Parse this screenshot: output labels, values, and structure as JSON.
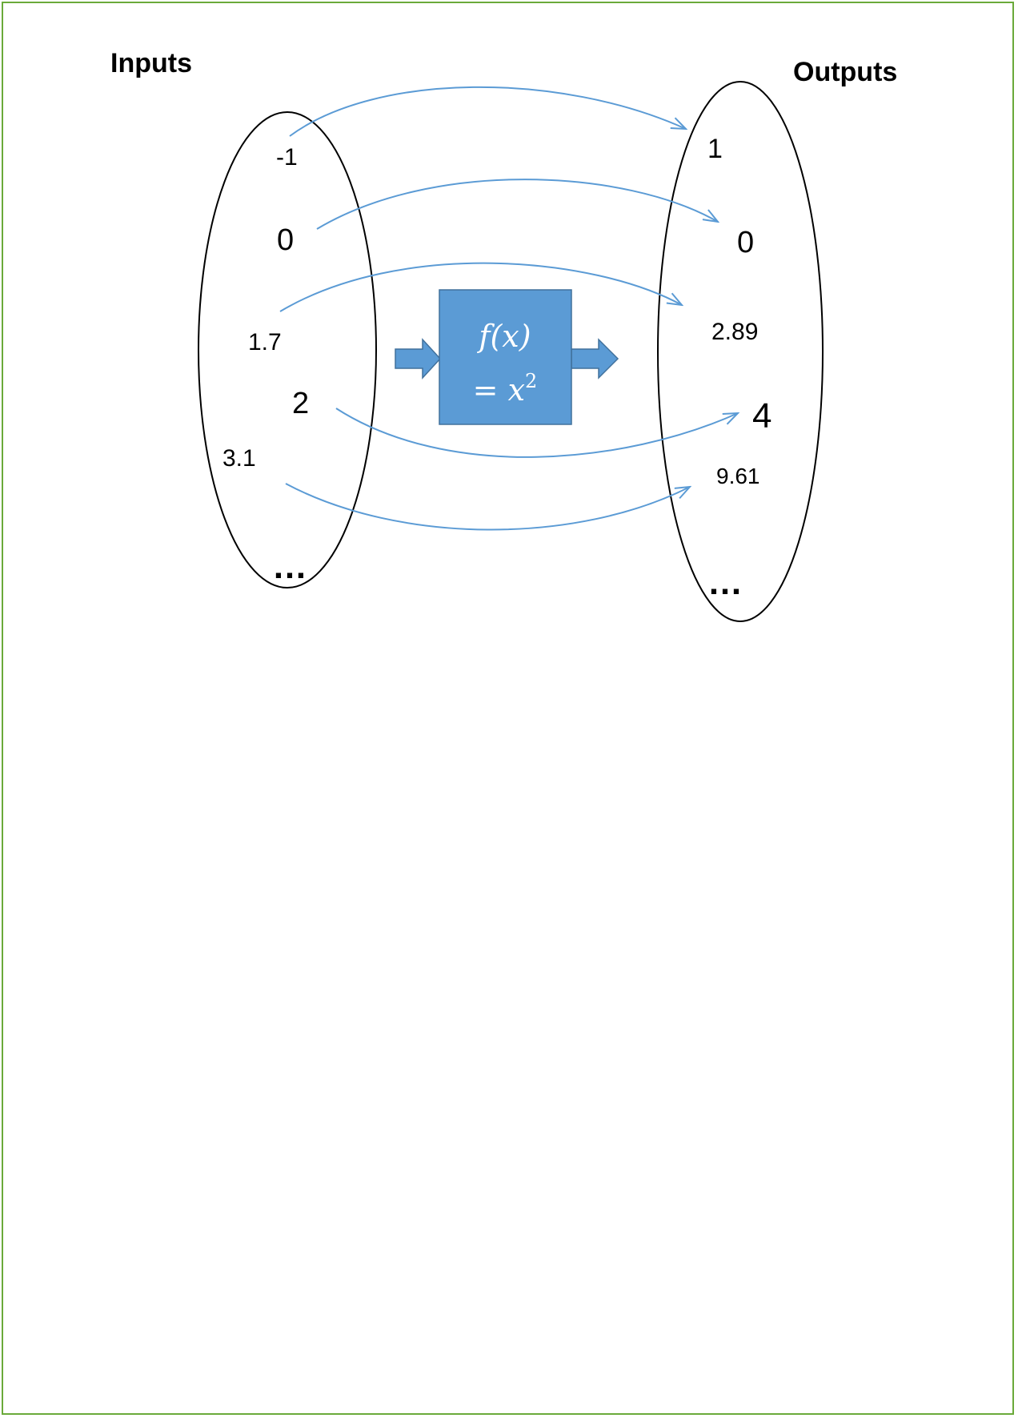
{
  "headings": {
    "inputs": "Inputs",
    "outputs": "Outputs"
  },
  "inputs": [
    "-1",
    "0",
    "1.7",
    "2",
    "3.1",
    "…"
  ],
  "outputs": [
    "1",
    "0",
    "2.89",
    "4",
    "9.61",
    "…"
  ],
  "function_box": {
    "line1": "f(x)",
    "line2": "= x",
    "exponent": "2"
  },
  "colors": {
    "frame": "#6aaa3a",
    "mapping_arrow": "#5b9bd5",
    "function_box": "#5b9bd5",
    "function_box_border": "#41719c",
    "block_arrow": "#5b9bd5"
  }
}
